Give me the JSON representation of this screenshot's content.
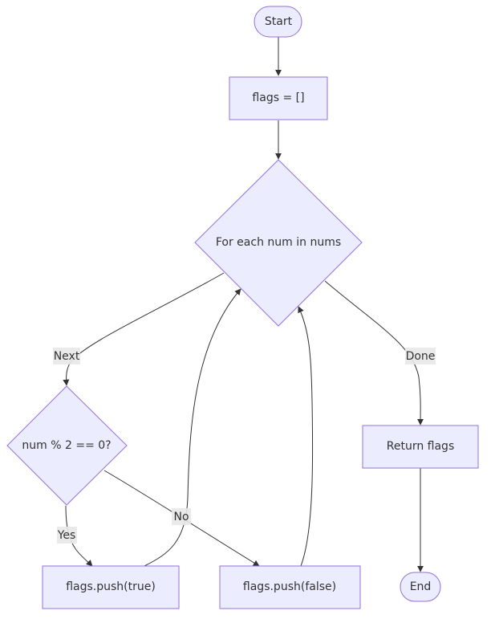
{
  "nodes": {
    "start": "Start",
    "init": "flags = []",
    "loop": "For each num in nums",
    "check": "num % 2 == 0?",
    "push_true": "flags.push(true)",
    "push_false": "flags.push(false)",
    "ret": "Return flags",
    "end": "End"
  },
  "edges": {
    "next": "Next",
    "done": "Done",
    "yes": "Yes",
    "no": "No"
  }
}
